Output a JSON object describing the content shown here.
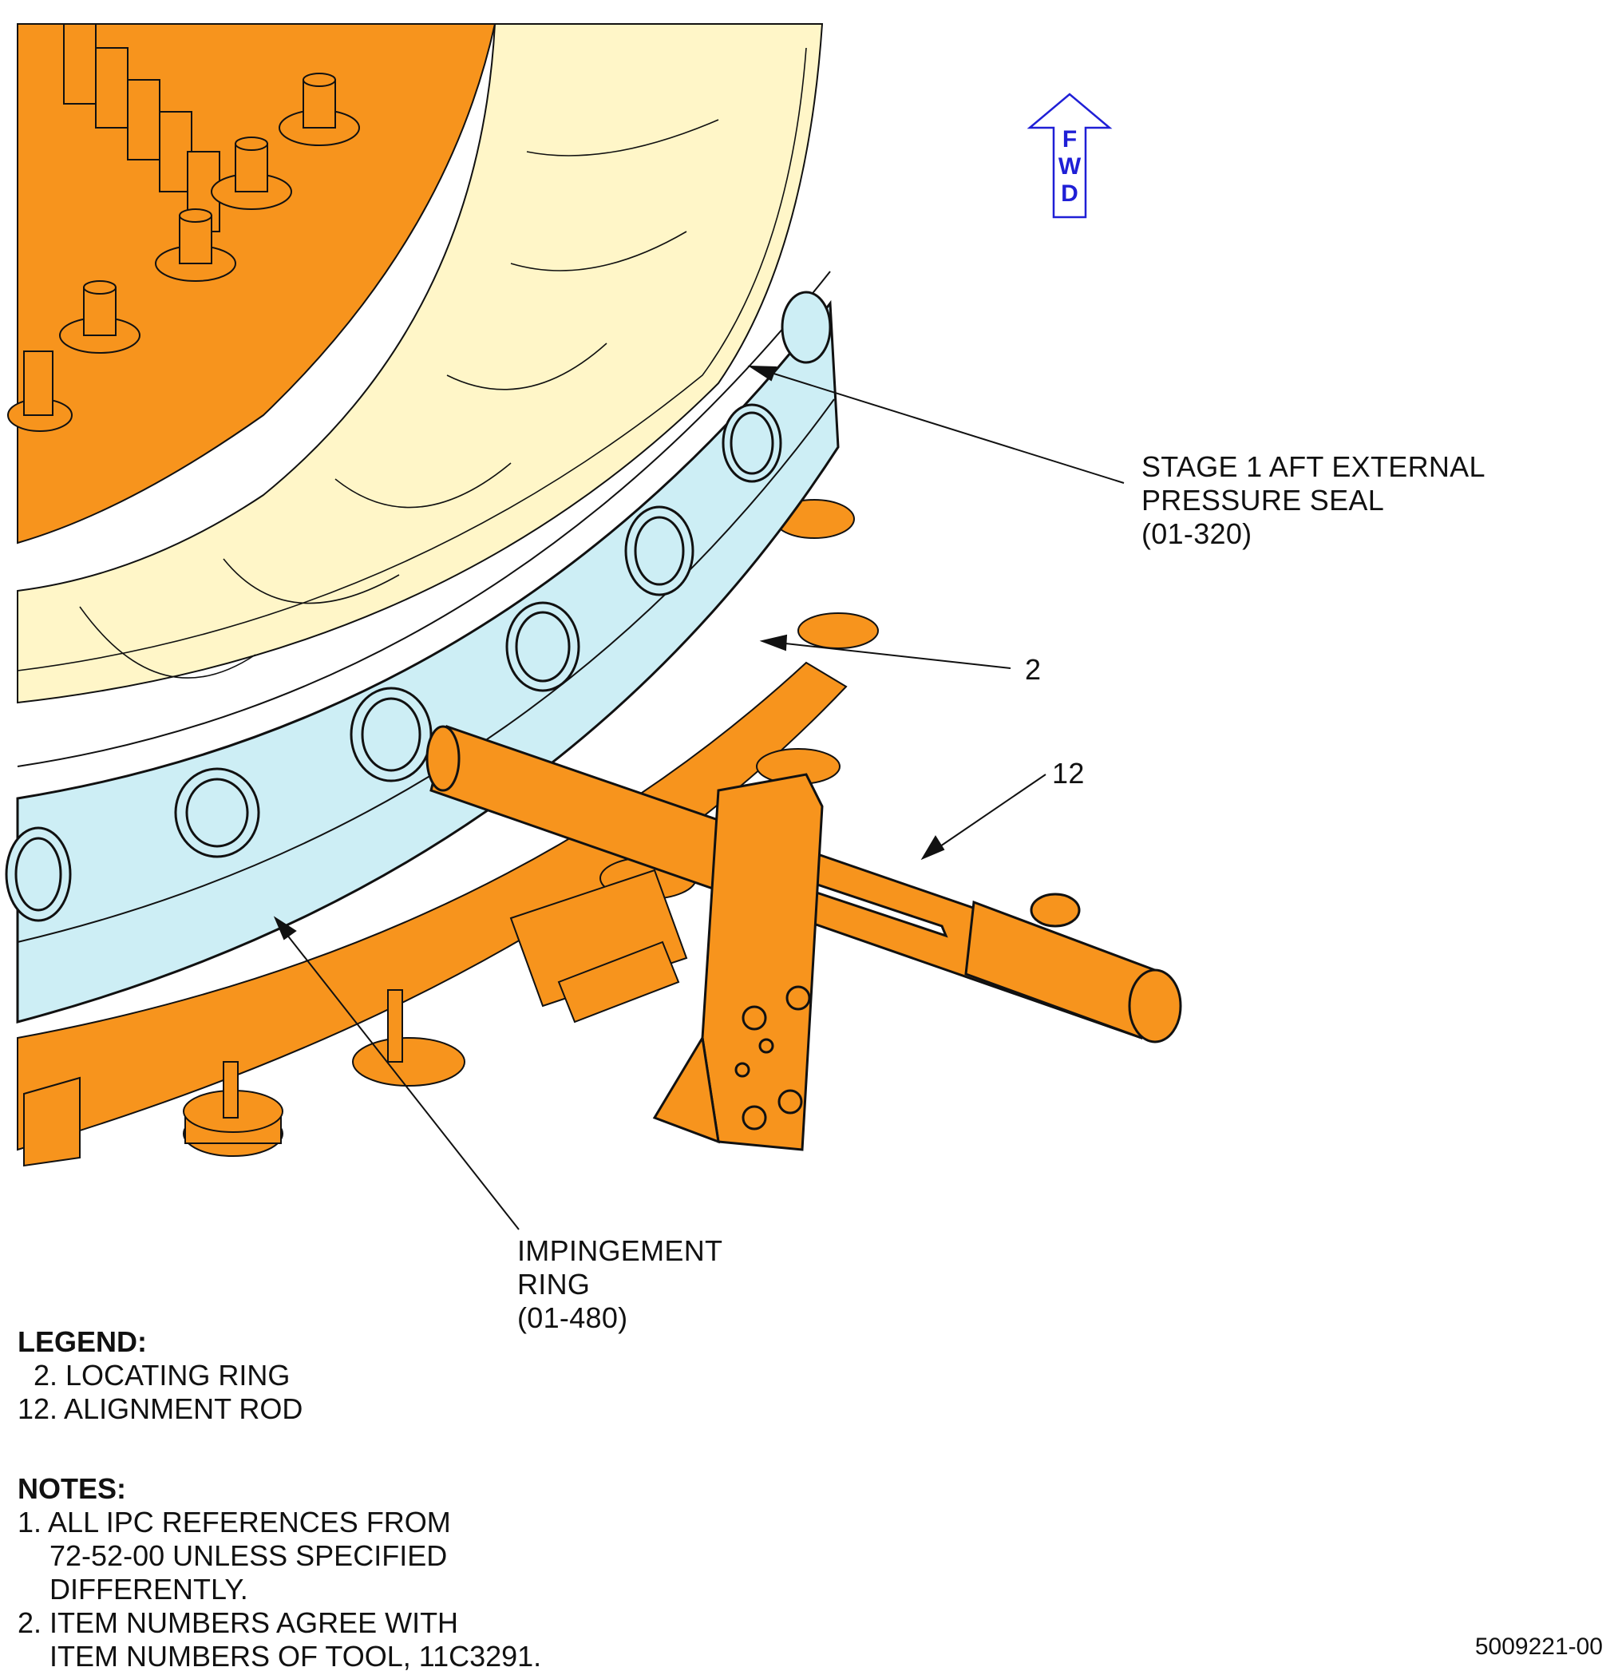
{
  "callouts": {
    "seal_line1": "STAGE 1 AFT EXTERNAL",
    "seal_line2": "PRESSURE SEAL",
    "seal_line3": "(01-320)",
    "item2": "2",
    "item12": "12",
    "ring_line1": "IMPINGEMENT",
    "ring_line2": "RING",
    "ring_line3": "(01-480)"
  },
  "fwd": {
    "letters": [
      "F",
      "W",
      "D"
    ],
    "color": "#1f1fd6"
  },
  "legend": {
    "title": "LEGEND:",
    "items": [
      "  2. LOCATING RING",
      "12. ALIGNMENT ROD"
    ]
  },
  "notes": {
    "title": "NOTES:",
    "n1_line1": "1. ALL IPC REFERENCES FROM",
    "n1_line2": "72-52-00 UNLESS SPECIFIED",
    "n1_line3": "DIFFERENTLY.",
    "n2_line1": "2. ITEM NUMBERS AGREE WITH",
    "n2_line2": "ITEM NUMBERS OF TOOL, 11C3291."
  },
  "doc_number": "5009221-00",
  "colors": {
    "tool_orange": "#f7941d",
    "ring_blue": "#cdeef5",
    "liner_yellow": "#fff6c8",
    "line": "#111111"
  }
}
